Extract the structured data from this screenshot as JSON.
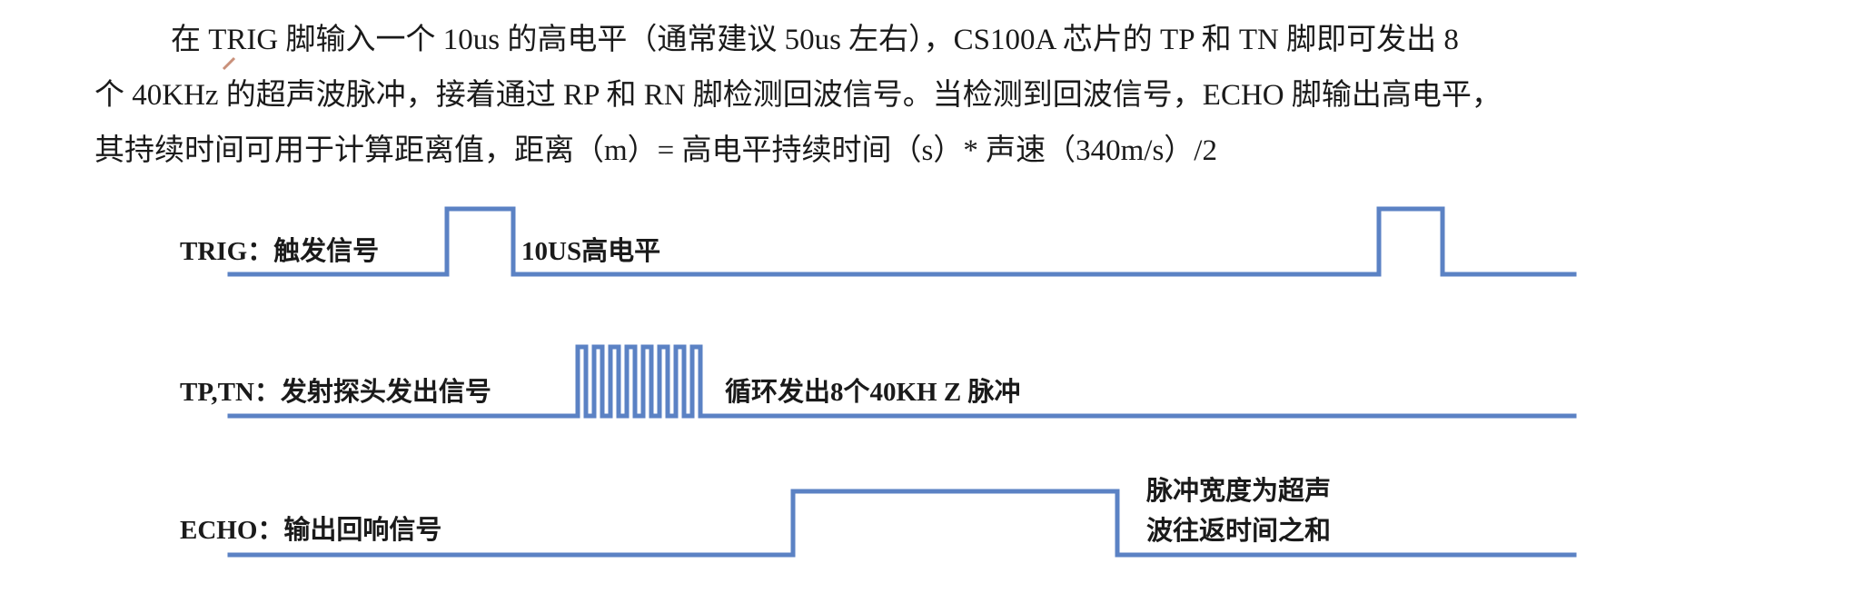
{
  "paragraph": {
    "line1": "在 TRIG 脚输入一个 10us 的高电平（通常建议 50us 左右），CS100A 芯片的 TP 和 TN 脚即可发出 8",
    "line2": "个 40KHz 的超声波脉冲，接着通过 RP 和 RN 脚检测回波信号。当检测到回波信号，ECHO 脚输出高电平，",
    "line3": "其持续时间可用于计算距离值，距离（m）= 高电平持续时间（s）* 声速（340m/s）/2"
  },
  "diagram": {
    "wave_color": "#5b82c4",
    "trig": {
      "label": "TRIG：触发信号",
      "note": "10US高电平"
    },
    "tptn": {
      "label": "TP,TN：发射探头发出信号",
      "note": "循环发出8个40KH Z 脉冲",
      "pulse_count": 8
    },
    "echo": {
      "label": "ECHO：输出回响信号",
      "note_line1": "脉冲宽度为超声",
      "note_line2": "波往返时间之和"
    }
  }
}
